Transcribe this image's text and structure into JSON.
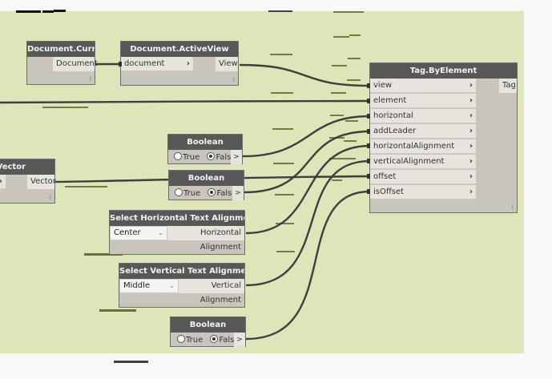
{
  "canvas": {
    "group_color": "#dce6b8",
    "background": "#f8f8f8",
    "wire_color": "#3f3f3f",
    "node_header_color": "#5a5856"
  },
  "nodes": {
    "document_current": {
      "title": "Document.Current",
      "outputs": [
        "Document"
      ]
    },
    "document_activeview": {
      "title": "Document.ActiveView",
      "inputs": [
        "document"
      ],
      "outputs": [
        "View"
      ]
    },
    "as_vector": {
      "title": "asVector",
      "outputs": [
        "Vector"
      ]
    },
    "boolean_1": {
      "title": "Boolean",
      "true_label": "True",
      "false_label": "False",
      "value": false,
      "output": ">"
    },
    "boolean_2": {
      "title": "Boolean",
      "true_label": "True",
      "false_label": "False",
      "value": false,
      "output": ">"
    },
    "boolean_3": {
      "title": "Boolean",
      "true_label": "True",
      "false_label": "False",
      "value": false,
      "output": ">"
    },
    "select_horizontal": {
      "title": "Select Horizontal Text Alignment",
      "selected": "Center",
      "output": "Horizontal Alignment"
    },
    "select_vertical": {
      "title": "Select Vertical Text Alignment",
      "selected": "Middle",
      "output": "Vertical Alignment"
    },
    "tag_byelement": {
      "title": "Tag.ByElement",
      "inputs": [
        "view",
        "element",
        "horizontal",
        "addLeader",
        "horizontalAlignment",
        "verticalAlignment",
        "offset",
        "isOffset"
      ],
      "outputs": [
        "Tag"
      ]
    }
  },
  "icons": {
    "input_chevron": "›",
    "resize_grip": "⁞",
    "dropdown_caret": "⌄"
  }
}
